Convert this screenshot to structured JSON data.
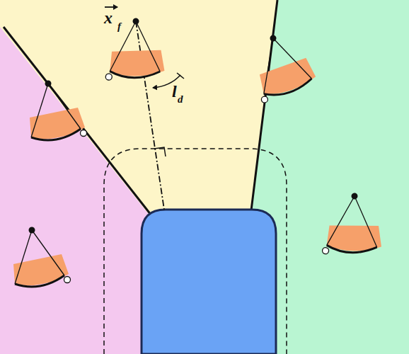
{
  "diagram": {
    "labels": [
      "x",
      "f",
      "l",
      "d"
    ]
  }
}
